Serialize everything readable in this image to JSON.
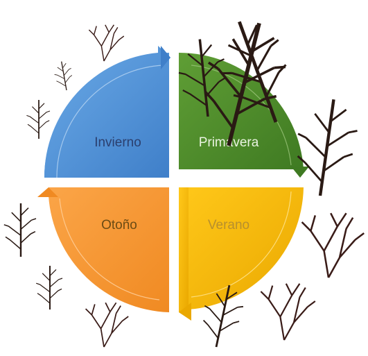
{
  "seasons": [
    {
      "label": "Invierno",
      "color": "#4a8fd6",
      "text_color": "#2b3f6e"
    },
    {
      "label": "Primavera",
      "color": "#4f8c2b",
      "text_color": "#e9f3e0"
    },
    {
      "label": "Verano",
      "color": "#f5b800",
      "text_color": "#b78f2e"
    },
    {
      "label": "Otoño",
      "color": "#f7962e",
      "text_color": "#6b4b14"
    }
  ],
  "illustrations": [
    "seaweed-specimen-icon"
  ]
}
